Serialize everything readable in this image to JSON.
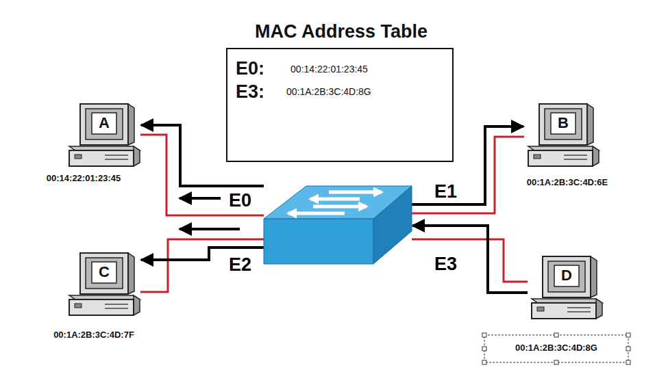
{
  "diagram": {
    "nodes": [
      {
        "text": [
          "MAC Address Table",
          "E0:",
          "00:14:22:01:23:45",
          "E3:",
          "00:1A:2B:3C:4D:8G"
        ]
      },
      {
        "text": [
          "A",
          "00:14:22:01:23:45"
        ]
      },
      {
        "text": [
          "B",
          "00:1A:2B:3C:4D:6E"
        ]
      },
      {
        "text": []
      },
      {
        "text": [
          "C",
          "00:1A:2B:3C:4D:7F"
        ]
      },
      {
        "text": [
          "D",
          "00:1A:2B:3C:4D:8G"
        ]
      }
    ],
    "edges": [
      {
        "from": 3,
        "to": 1,
        "arrow": "to",
        "label": "E0"
      },
      {
        "from": 3,
        "to": 2,
        "arrow": "to",
        "label": "E1"
      },
      {
        "from": 3,
        "to": 4,
        "arrow": "to",
        "label": "E2"
      },
      {
        "from": 5,
        "to": 3,
        "arrow": "to",
        "label": "E3"
      }
    ]
  }
}
